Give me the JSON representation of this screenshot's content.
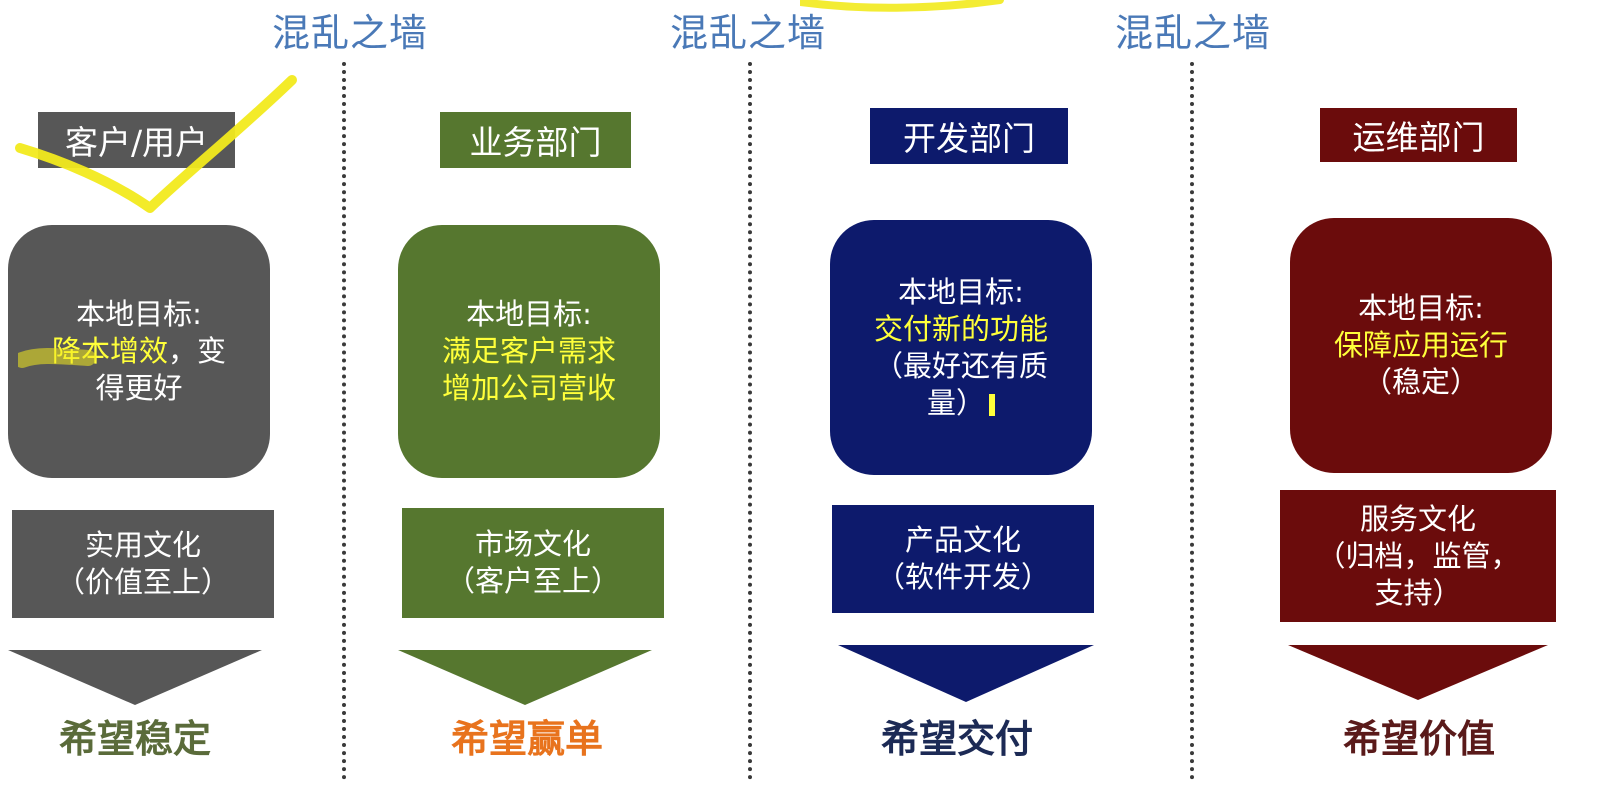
{
  "walls": [
    {
      "label": "混乱之墙"
    },
    {
      "label": "混乱之墙"
    },
    {
      "label": "混乱之墙"
    }
  ],
  "columns": [
    {
      "role": "客户/用户",
      "color": "#575757",
      "goal_heading": "本地目标:",
      "goal_highlight": "降本增效",
      "goal_rest_a": "，变",
      "goal_rest_b": "得更好",
      "culture_line1": "实用文化",
      "culture_line2": "（价值至上）",
      "hope": "希望稳定",
      "hope_color": "#5a6b3a"
    },
    {
      "role": "业务部门",
      "color": "#56772f",
      "goal_heading": "本地目标:",
      "goal_line1": "满足客户需求",
      "goal_line2": "增加公司营收",
      "culture_line1": "市场文化",
      "culture_line2": "（客户至上）",
      "hope": "希望赢单",
      "hope_color": "#e8731d"
    },
    {
      "role": "开发部门",
      "color": "#0d1a6c",
      "goal_heading": "本地目标:",
      "goal_line1": "交付新的功能",
      "goal_line2": "（最好还有质",
      "goal_line3": "量）",
      "culture_line1": "产品文化",
      "culture_line2": "（软件开发）",
      "hope": "希望交付",
      "hope_color": "#1c2a55"
    },
    {
      "role": "运维部门",
      "color": "#6b0c0c",
      "goal_heading": "本地目标:",
      "goal_line1": "保障应用运行",
      "goal_line2": "（稳定）",
      "culture_line1": "服务文化",
      "culture_line2": "（归档，监管，",
      "culture_line3": "支持）",
      "hope": "希望价值",
      "hope_color": "#5a1a1a"
    }
  ],
  "colors": {
    "wall_title": "#4a79b7",
    "highlight_text": "#ffff3a",
    "marker": "#f2ea1d"
  }
}
